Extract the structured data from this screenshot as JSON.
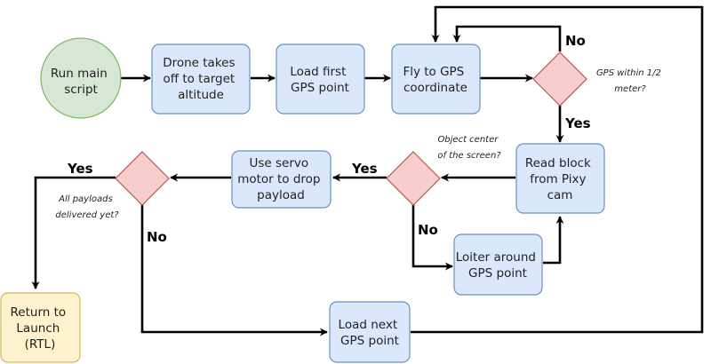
{
  "colors": {
    "process_fill": "#dae8fc",
    "process_stroke": "#6c8ebf",
    "start_fill": "#d5e8d4",
    "start_stroke": "#82b366",
    "decision_fill": "#f8cecc",
    "decision_stroke": "#b85450",
    "end_fill": "#fff2cc",
    "end_stroke": "#d6b656",
    "line": "#000000"
  },
  "nodes": {
    "run_main": {
      "lines": [
        "Run main",
        "script"
      ]
    },
    "takeoff": {
      "lines": [
        "Drone takes",
        "off to target",
        "altitude"
      ]
    },
    "load_first": {
      "lines": [
        "Load first",
        "GPS point"
      ]
    },
    "fly_gps": {
      "lines": [
        "Fly to GPS",
        "coordinate"
      ]
    },
    "read_block": {
      "lines": [
        "Read block",
        "from Pixy",
        "cam"
      ]
    },
    "loiter": {
      "lines": [
        "Loiter around",
        "GPS point"
      ]
    },
    "servo": {
      "lines": [
        "Use servo",
        "motor to drop",
        "payload"
      ]
    },
    "load_next": {
      "lines": [
        "Load next",
        "GPS point"
      ]
    },
    "rtl": {
      "lines": [
        "Return to",
        "Launch",
        "(RTL)"
      ]
    }
  },
  "edge_labels": {
    "gps_no": "No",
    "gps_yes": "Yes",
    "center_yes": "Yes",
    "center_no": "No",
    "payload_yes": "Yes",
    "payload_no": "No"
  },
  "notes": {
    "gps_question": [
      "GPS within 1/2",
      "meter?"
    ],
    "center_question": [
      "Object center",
      "of the screen?"
    ],
    "payload_question": [
      "All payloads",
      "delivered yet?"
    ]
  }
}
